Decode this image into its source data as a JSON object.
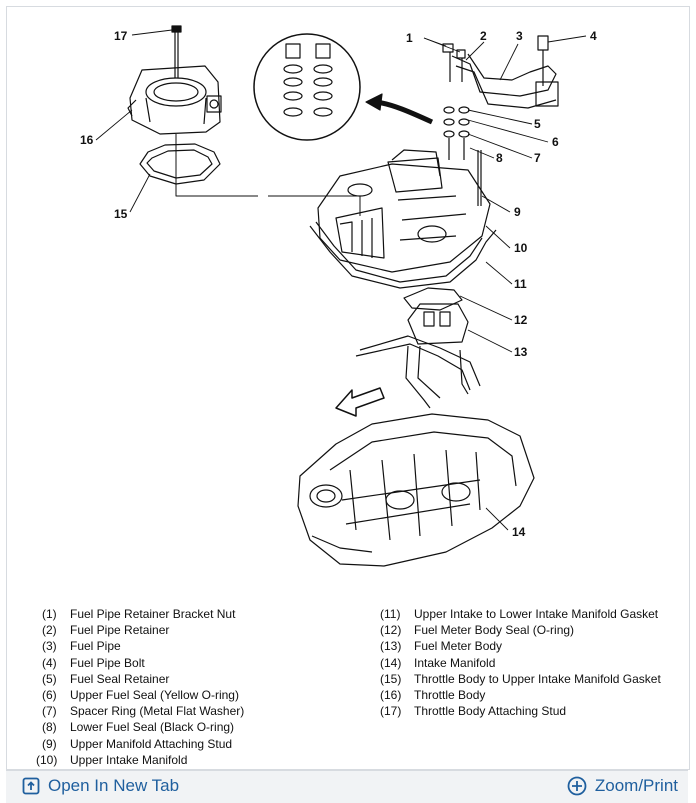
{
  "callouts": [
    "1",
    "2",
    "3",
    "4",
    "5",
    "6",
    "7",
    "8",
    "9",
    "10",
    "11",
    "12",
    "13",
    "14",
    "15",
    "16",
    "17"
  ],
  "legend": [
    {
      "num": "(1)",
      "text": "Fuel Pipe Retainer Bracket Nut"
    },
    {
      "num": "(2)",
      "text": "Fuel Pipe Retainer"
    },
    {
      "num": "(3)",
      "text": "Fuel Pipe"
    },
    {
      "num": "(4)",
      "text": "Fuel Pipe Bolt"
    },
    {
      "num": "(5)",
      "text": "Fuel Seal Retainer"
    },
    {
      "num": "(6)",
      "text": "Upper Fuel Seal (Yellow O-ring)"
    },
    {
      "num": "(7)",
      "text": "Spacer Ring (Metal Flat Washer)"
    },
    {
      "num": "(8)",
      "text": "Lower Fuel Seal (Black O-ring)"
    },
    {
      "num": "(9)",
      "text": "Upper Manifold Attaching Stud"
    },
    {
      "num": "(10)",
      "text": "Upper Intake Manifold"
    },
    {
      "num": "(11)",
      "text": "Upper Intake to Lower Intake Manifold Gasket"
    },
    {
      "num": "(12)",
      "text": "Fuel Meter Body Seal (O-ring)"
    },
    {
      "num": "(13)",
      "text": "Fuel Meter Body"
    },
    {
      "num": "(14)",
      "text": "Intake Manifold"
    },
    {
      "num": "(15)",
      "text": "Throttle Body to Upper Intake Manifold Gasket"
    },
    {
      "num": "(16)",
      "text": "Throttle Body"
    },
    {
      "num": "(17)",
      "text": "Throttle Body Attaching Stud"
    }
  ],
  "toolbar": {
    "open_tab_label": "Open In New Tab",
    "open_tab_icon": "open-external-icon",
    "zoom_label": "Zoom/Print",
    "zoom_icon": "zoom-plus-icon",
    "accent": "#1f5f9e"
  }
}
